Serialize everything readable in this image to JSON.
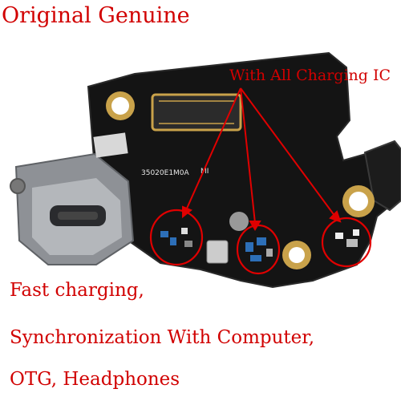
{
  "title": "Original Genuine",
  "callout": "With All Charging IC",
  "board_marking": "35020E1M0A",
  "board_logo": "MI",
  "features": [
    "Fast charging,",
    "Synchronization With Computer,",
    "OTG, Headphones"
  ],
  "colors": {
    "text": "#d10000",
    "board": "#121212",
    "accent_gold": "#c9a24a",
    "annotation": "#e00000"
  }
}
